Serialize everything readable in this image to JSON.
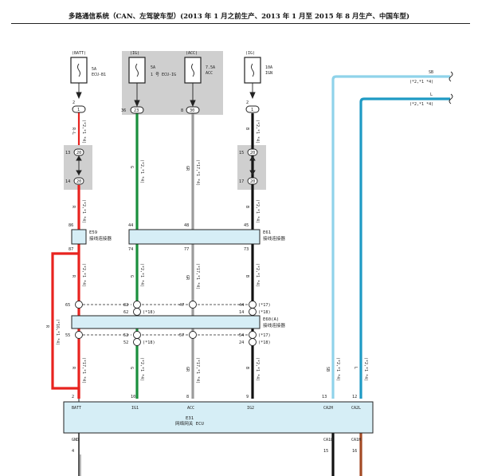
{
  "title": "多路通信系统（CAN、左驾驶车型）(2013 年 1 月之前生产、2013 年 1 月至 2015 年 8 月生产、中国车型)",
  "colors": {
    "red": "#e8231f",
    "green": "#1a8f3c",
    "gray": "#9b9b9b",
    "black": "#111111",
    "sb": "#8fd3ea",
    "l": "#1e9ac4",
    "brown": "#a34a24",
    "box_fill": "#d6eef6",
    "shade": "#cfcfcf"
  },
  "fuses": [
    {
      "source": "(BATT)",
      "rating": "5A",
      "name": "ECU-B1"
    },
    {
      "source": "(IG)",
      "rating": "5A",
      "name": "1 号 ECU-IG"
    },
    {
      "source": "(ACC)",
      "rating": "7.5A",
      "name": "ACC"
    },
    {
      "source": "(IG)",
      "rating": "10A",
      "name": "IGN"
    }
  ],
  "fuse_pins": [
    "2",
    "36",
    "8",
    "2"
  ],
  "fuse_pin_circles": [
    "1",
    "23",
    "30",
    "1"
  ],
  "junction_pins": {
    "top": [
      "13",
      "15"
    ],
    "top_circle": [
      "20",
      "20"
    ],
    "bottom": [
      "14",
      "17"
    ],
    "bottom_circle": [
      "20",
      "20"
    ]
  },
  "wire_codes": {
    "batt_top": "R-L",
    "batt_top_note": "(*2,*1 *4)",
    "batt_mid": "R",
    "batt_mid_note": "(*2,*1 *4)",
    "ig_mid": "G",
    "ig_mid_note": "(*2,*1 *4)",
    "acc_mid": "GR",
    "acc_mid_note": "(*17,*1 *4)",
    "ign_top": "B",
    "ign_top_note": "(*2,*1 *4)",
    "ign_mid": "B",
    "ign_mid_note": "(*2,*1 *4)",
    "batt_low": "R",
    "batt_low_note": "(*2,*1 *4)",
    "ig_low": "G",
    "ig_low_note": "(*2,*1 *4)",
    "acc_low": "GR",
    "acc_low_note": "(*17,*1 *4)",
    "ign_low": "B",
    "ign_low_note": "(*2,*1 *4)",
    "batt_bot": "R",
    "batt_bot_note": "(*17,*1 *4)",
    "ig_bot": "G",
    "ig_bot_note": "(*2,*1 *4)",
    "acc_bot": "GR",
    "acc_bot_note": "(*17,*1 *4)",
    "ign_bot": "B",
    "ign_bot_note": "(*2,*1 *4)",
    "loop": "R",
    "loop_note": "(*16,*1 *4)",
    "sb_vert": "SB",
    "sb_vert_note": "(*2,*1 *4)",
    "l_vert": "L",
    "l_vert_note": "(*2,*1 *4)"
  },
  "connectors": {
    "e59": {
      "id": "E59",
      "name": "接线连接器",
      "in_pin": "86",
      "out_pin": "87"
    },
    "e61": {
      "id": "E61",
      "name": "接线连接器",
      "in_pins": [
        "44",
        "48",
        "45"
      ],
      "out_pins": [
        "74",
        "77",
        "73"
      ]
    },
    "e60": {
      "id": "E60(A)",
      "name": "接线连接器",
      "upper": {
        "left": "65",
        "pins": [
          "82",
          "47",
          "44"
        ],
        "note": "(*17)",
        "pins2": [
          "62",
          "14"
        ],
        "note_ig": "(*18)",
        "note_b": "(*18)"
      },
      "lower": {
        "left": "55",
        "pins": [
          "52",
          "57",
          "54"
        ],
        "note": "(*17)",
        "pins2": [
          "52",
          "24"
        ],
        "note_ig": "(*18)",
        "note_b": "(*18)"
      }
    }
  },
  "sb_line": {
    "code": "SB",
    "note": "(*2,*1 *4)"
  },
  "l_line": {
    "code": "L",
    "note": "(*2,*1 *4)"
  },
  "ecu": {
    "id": "E31",
    "name": "网络网关 ECU",
    "top_pins": [
      "2",
      "10",
      "8",
      "9",
      "13",
      "12"
    ],
    "top_terms": [
      "BATT",
      "IG1",
      "ACC",
      "IG2",
      "CA2H",
      "CA2L"
    ],
    "bottom_terms": [
      "GND",
      "CA1L",
      "CA1H"
    ],
    "bottom_pins": [
      "4",
      "15",
      "16"
    ]
  }
}
